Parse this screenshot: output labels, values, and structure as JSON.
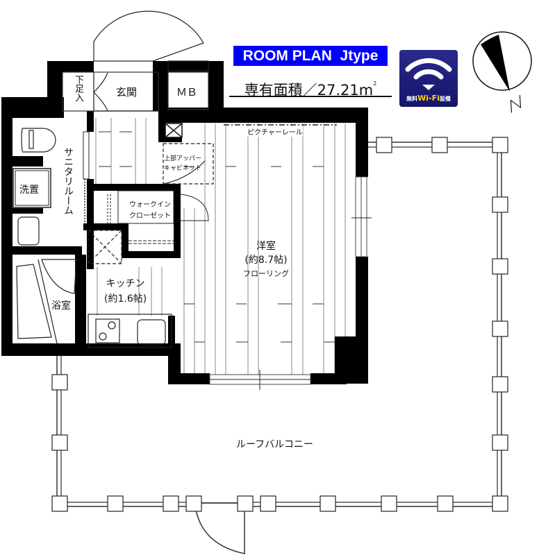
{
  "header": {
    "title": "ROOM PLAN  Jtype",
    "area_label": "専有面積／27.21m",
    "area_unit_sup": "2",
    "title_bg_color": "#0000ff"
  },
  "wifi_badge": {
    "icon": "wifi-icon",
    "text_prefix": "無料",
    "text_highlight": "Wi-Fi",
    "text_suffix": "設備",
    "bg_color": "#1e1e7a",
    "highlight_color": "#ffd400"
  },
  "compass": {
    "icon": "north-arrow-icon",
    "label": "N"
  },
  "rooms": {
    "shoe_box": "下足入",
    "entrance": "玄関",
    "meter_box": "ＭＢ",
    "sanitary": "サニタリルーム",
    "washer": "洗置",
    "bath": "浴室",
    "walk_in_closet_1": "ウォークイン",
    "walk_in_closet_2": "クローゼット",
    "upper_cabinet_1": "上部アッパー",
    "upper_cabinet_2": "キャビネット",
    "picture_rail": "ピクチャーレール",
    "kitchen": "キッチン",
    "kitchen_size": "(約1.6帖)",
    "western_room": "洋室",
    "western_size": "(約8.7帖)",
    "flooring": "フローリング",
    "roof_balcony": "ルーフバルコニー"
  }
}
